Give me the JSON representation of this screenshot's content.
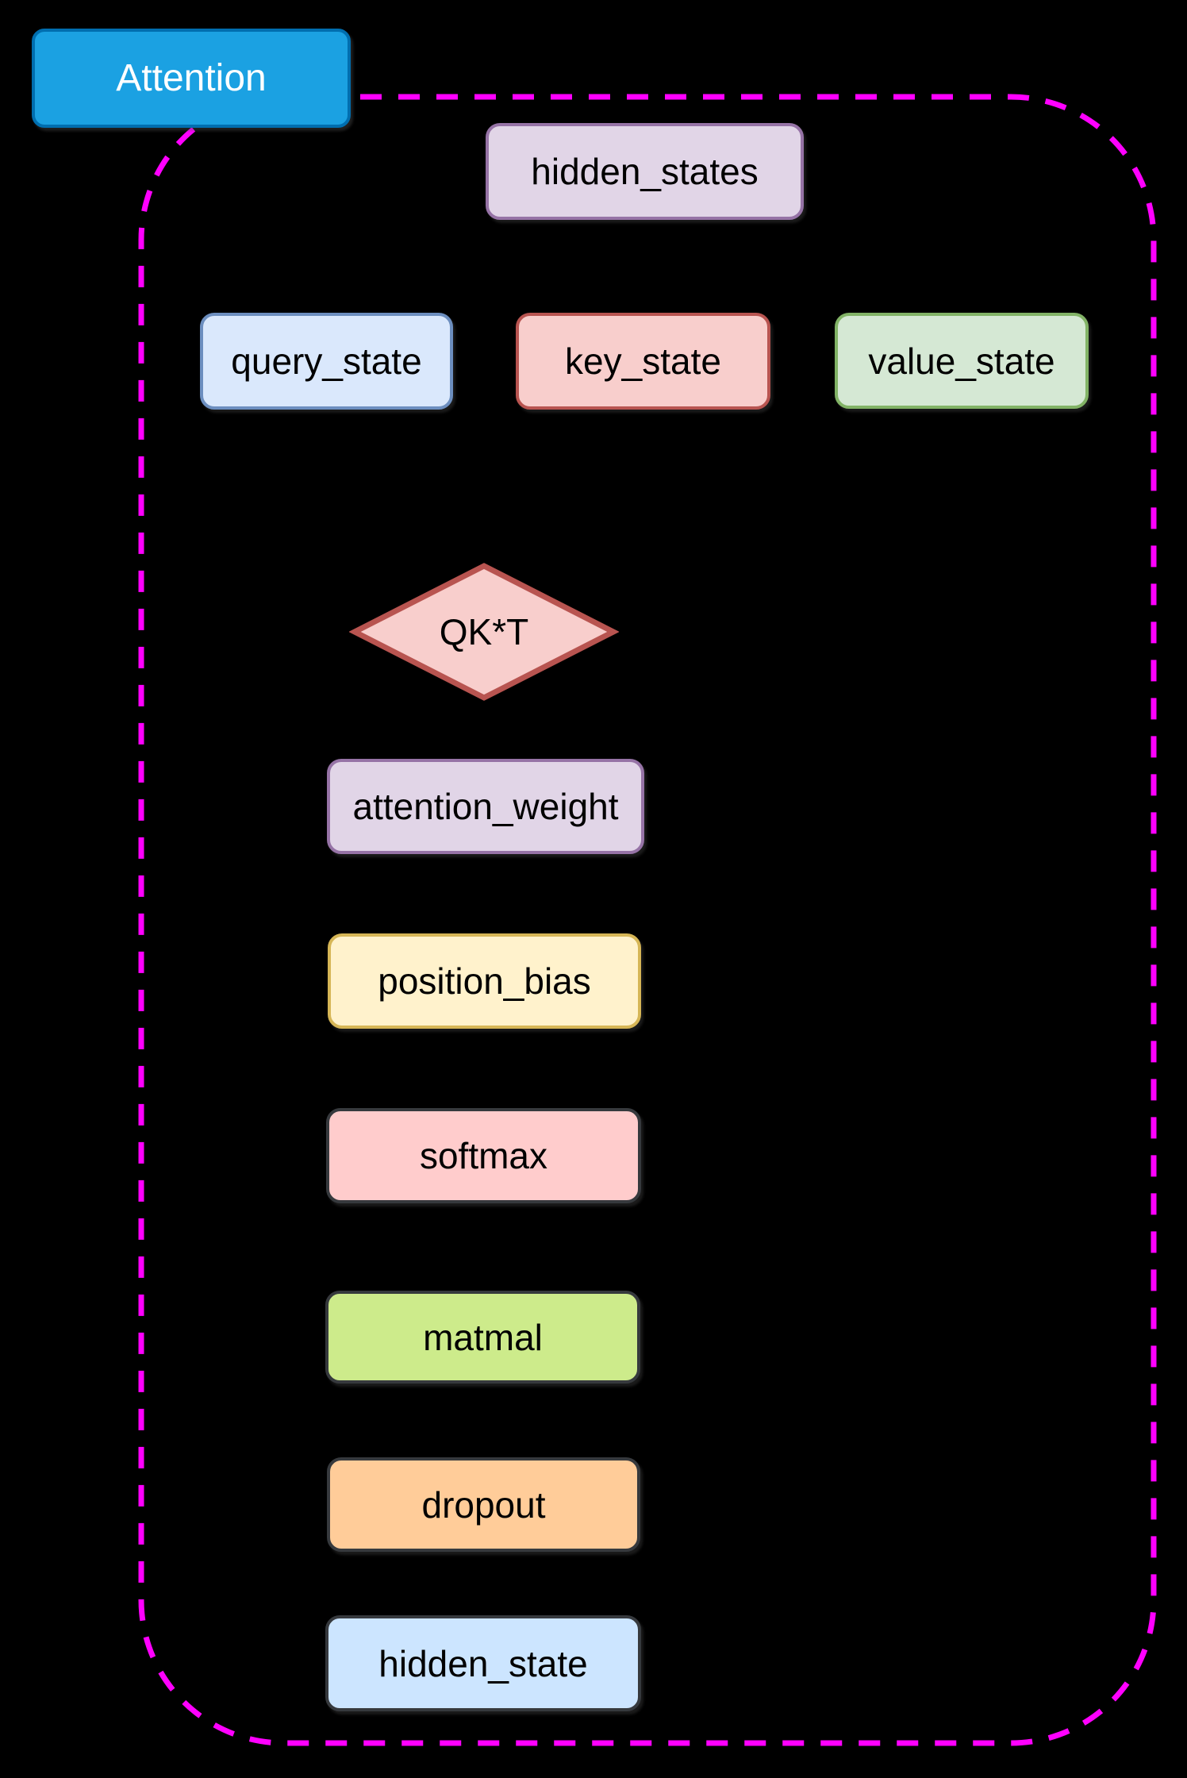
{
  "background": "#000000",
  "title": {
    "label": "Attention",
    "fill": "#1BA1E2",
    "stroke": "#006EAF",
    "text_color": "#FFFFFF"
  },
  "container": {
    "stroke": "#FF00FF",
    "border_style": "dashed"
  },
  "nodes": {
    "hidden_states": {
      "label": "hidden_states",
      "shape": "rounded-rect",
      "fill": "#E1D5E7",
      "stroke": "#9673A6"
    },
    "query_state": {
      "label": "query_state",
      "shape": "rounded-rect",
      "fill": "#DAE8FC",
      "stroke": "#6C8EBF"
    },
    "key_state": {
      "label": "key_state",
      "shape": "rounded-rect",
      "fill": "#F8CECC",
      "stroke": "#B85450"
    },
    "value_state": {
      "label": "value_state",
      "shape": "rounded-rect",
      "fill": "#D5E8D4",
      "stroke": "#82B366"
    },
    "qkt": {
      "label": "QK*T",
      "shape": "diamond",
      "fill": "#F8CECC",
      "stroke": "#B85450"
    },
    "attention_weight": {
      "label": "attention_weight",
      "shape": "rounded-rect",
      "fill": "#E1D5E7",
      "stroke": "#9673A6"
    },
    "position_bias": {
      "label": "position_bias",
      "shape": "rounded-rect",
      "fill": "#FFF2CC",
      "stroke": "#D6B656"
    },
    "softmax": {
      "label": "softmax",
      "shape": "rounded-rect",
      "fill": "#FFCCCC",
      "stroke": "#36393D"
    },
    "matmal": {
      "label": "matmal",
      "shape": "rounded-rect",
      "fill": "#CDEB8B",
      "stroke": "#36393D"
    },
    "dropout": {
      "label": "dropout",
      "shape": "rounded-rect",
      "fill": "#FFCC99",
      "stroke": "#36393D"
    },
    "hidden_state": {
      "label": "hidden_state",
      "shape": "rounded-rect",
      "fill": "#CCE5FF",
      "stroke": "#36393D"
    }
  }
}
